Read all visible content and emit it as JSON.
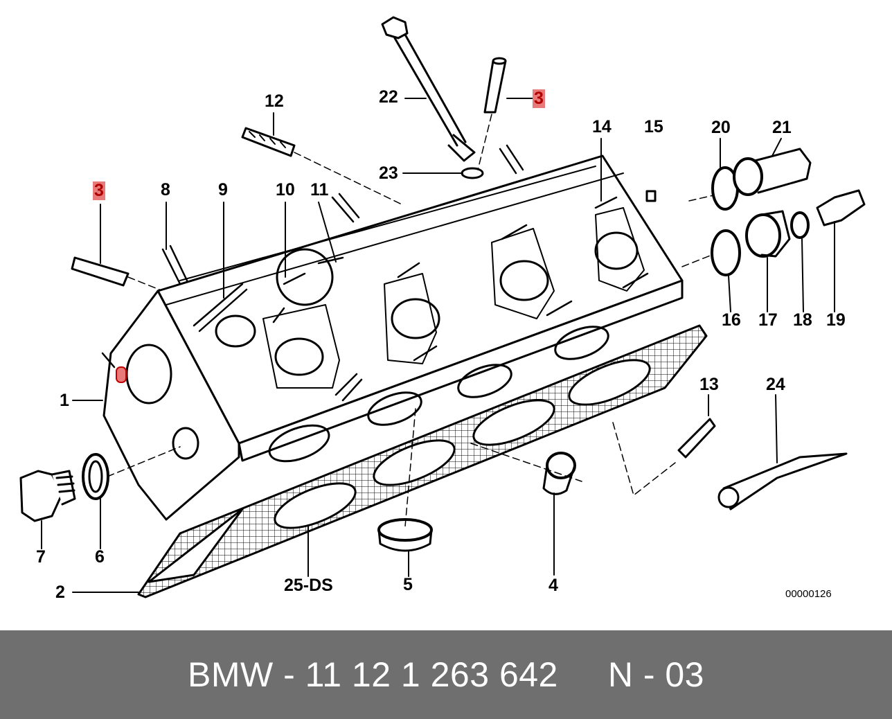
{
  "diagram": {
    "callouts": {
      "c1": "1",
      "c2": "2",
      "c3a": "3",
      "c3b": "3",
      "c4": "4",
      "c5": "5",
      "c6": "6",
      "c7": "7",
      "c8": "8",
      "c9": "9",
      "c10": "10",
      "c11": "11",
      "c12": "12",
      "c13": "13",
      "c14": "14",
      "c15": "15",
      "c16": "16",
      "c17": "17",
      "c18": "18",
      "c19": "19",
      "c20": "20",
      "c21": "21",
      "c22": "22",
      "c23": "23",
      "c24": "24",
      "c25": "25-DS"
    },
    "highlight_color": "#e87a7a",
    "drawing_code": "00000126"
  },
  "footer": {
    "text": "BMW - 11 12 1 263 642     N - 03",
    "background": "#6f6f6f"
  }
}
